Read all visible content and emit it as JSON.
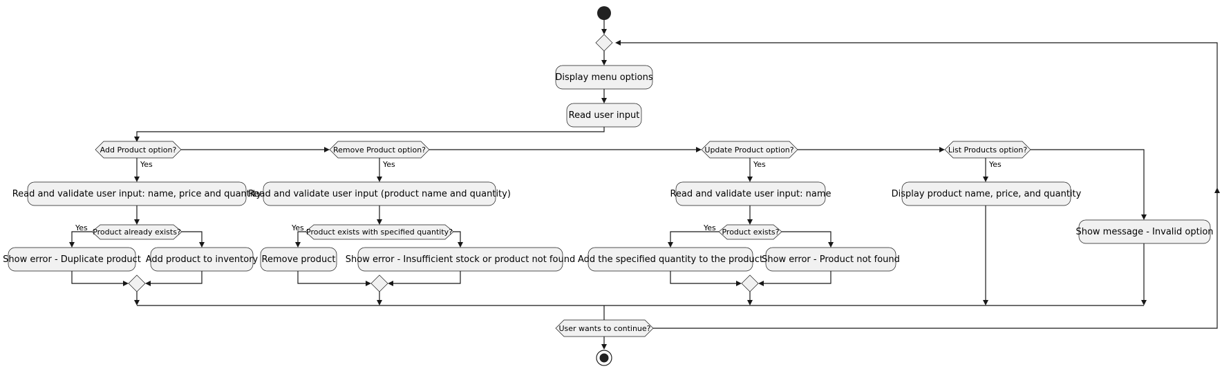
{
  "colors": {
    "node_fill": "#f1f1f1",
    "stroke": "#181818",
    "text": "#000000"
  },
  "activities": {
    "display_menu": "Display menu options",
    "read_input": "Read user input",
    "add_validate": "Read and validate user input: name, price and quantity",
    "add_error": "Show error - Duplicate product",
    "add_to_inventory": "Add product to inventory",
    "remove_validate": "Read and validate user input (product name and quantity)",
    "remove_product": "Remove product",
    "remove_error": "Show error - Insufficient stock or product not found",
    "update_validate": "Read and validate user input: name",
    "update_add_qty": "Add the specified quantity to the product",
    "update_error": "Show error - Product not found",
    "list_display": "Display product name, price, and quantity",
    "invalid_message": "Show message - Invalid option"
  },
  "decisions": {
    "add_option": "Add Product option?",
    "remove_option": "Remove Product option?",
    "update_option": "Update Product option?",
    "list_option": "List Products option?",
    "add_exists": "Product already exists?",
    "remove_exists": "Product exists with specified quantity?",
    "update_exists": "Product exists?",
    "continue": "User wants to continue?"
  },
  "branch_labels": {
    "yes": "Yes"
  }
}
